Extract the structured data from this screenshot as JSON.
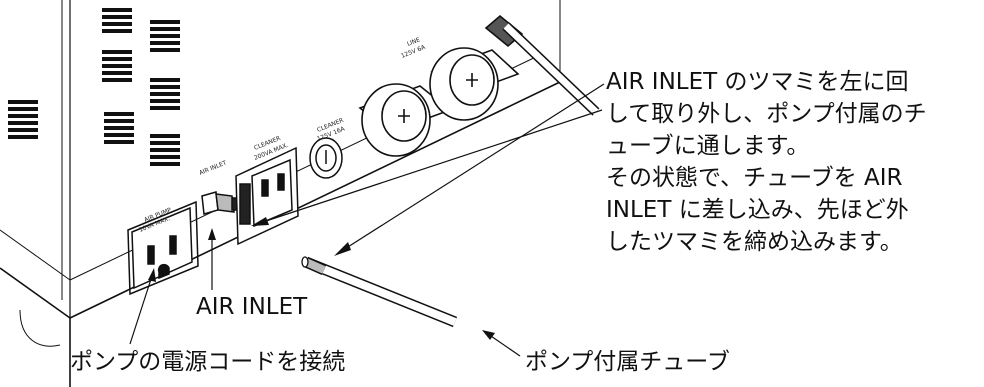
{
  "diagram": {
    "instruction_lines": [
      "AIR INLET のツマミを左に回",
      "して取り外し、ポンプ付属のチ",
      "ューブに通します。",
      "その状態で、チューブを AIR",
      "INLET に差し込み、先ほど外",
      "したツマミを締め込みます。"
    ],
    "air_inlet_label": "AIR INLET",
    "power_cord_label": "ポンプの電源コードを接続",
    "tube_label": "ポンプ付属チューブ",
    "panel_markings": {
      "air_pump": "AIR PUMP",
      "air_pump_rating": "10VA MAX.",
      "air_inlet": "AIR INLET",
      "cleaner": "CLEANER",
      "cleaner_rating": "200VA MAX.",
      "cleaner_switch": "CLEANER",
      "cleaner_switch_rating": "125V 16A",
      "line": "LINE",
      "line_rating": "125V 6A"
    }
  }
}
